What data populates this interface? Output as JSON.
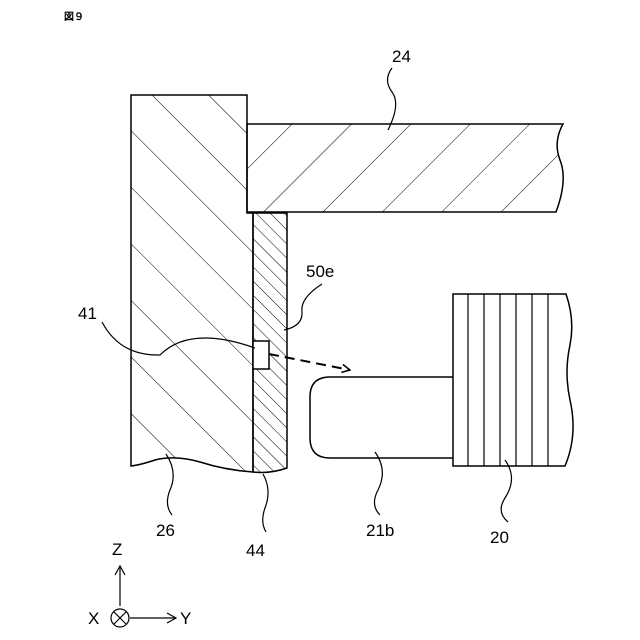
{
  "figure": {
    "number": "図９"
  },
  "labels": {
    "part_24": "24",
    "part_26": "26",
    "part_44": "44",
    "part_41": "41",
    "part_50e": "50e",
    "part_21b": "21b",
    "part_20": "20"
  },
  "axes": {
    "z": "Z",
    "y": "Y",
    "x": "X"
  },
  "colors": {
    "ink": "#000000",
    "paper": "#ffffff"
  }
}
